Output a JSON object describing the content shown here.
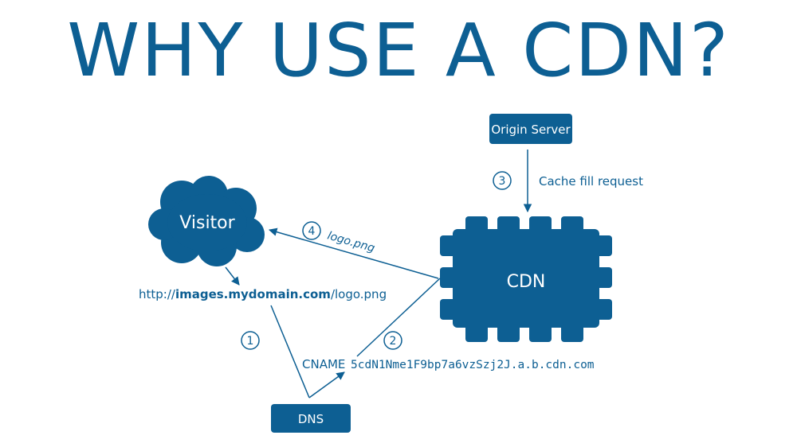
{
  "title": "WHY USE A CDN?",
  "colors": {
    "primary": "#0d5f93",
    "background": "#ffffff"
  },
  "nodes": {
    "visitor": "Visitor",
    "cdn": "CDN",
    "origin_server": "Origin Server",
    "dns": "DNS"
  },
  "steps": {
    "step1": "1",
    "step2": "2",
    "step3": "3",
    "step4": "4"
  },
  "labels": {
    "url_prefix": "http://",
    "url_domain": "images.mydomain.com",
    "url_path": "/logo.png",
    "logo_png": "logo.png",
    "cache_fill": "Cache fill request",
    "cname_keyword": "CNAME",
    "cname_value": "5cdN1Nme1F9bp7a6vzSzj2J.a.b.cdn.com"
  }
}
